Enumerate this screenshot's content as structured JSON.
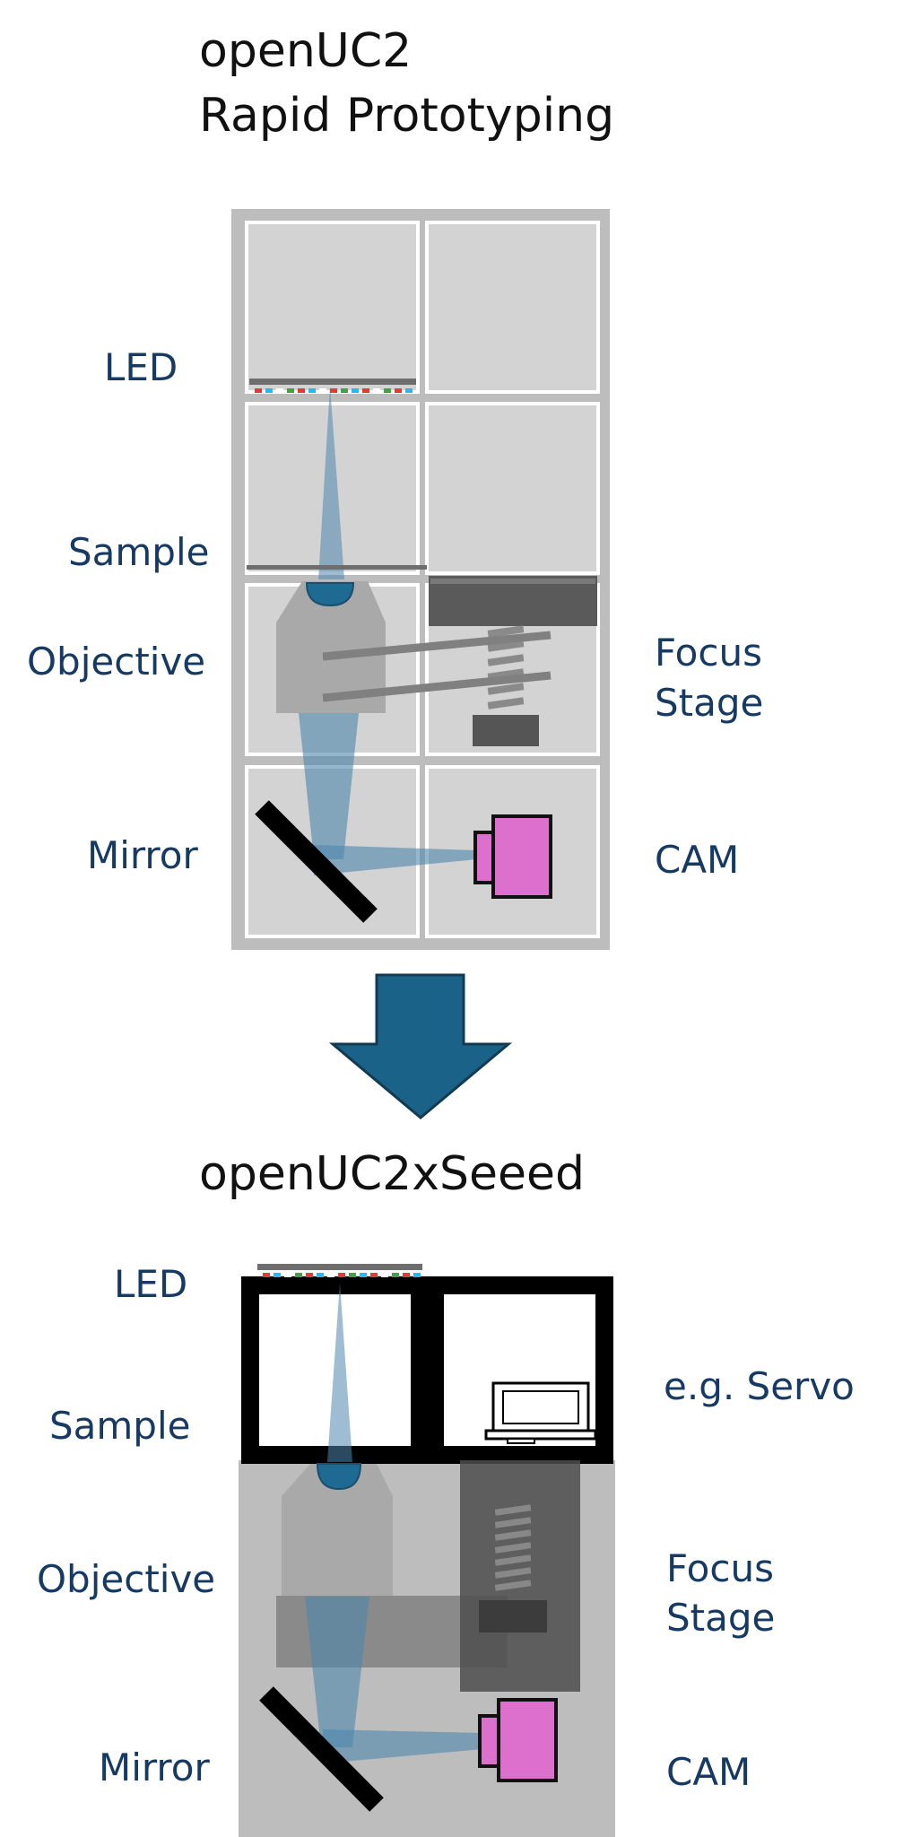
{
  "colors": {
    "label_text": "#163a63",
    "title_text": "#111111",
    "module_frame": "#bdbdbd",
    "module_fill": "#d3d3d3",
    "light_beam": "#4e87ad",
    "lens": "#1f6a93",
    "arrow": "#1b6289",
    "camera": "#dd6fcd",
    "seeed_frame": "#000000"
  },
  "top": {
    "title_line1": "openUC2",
    "title_line2": "Rapid Prototyping",
    "labels": {
      "led": "LED",
      "sample": "Sample",
      "objective": "Objective",
      "mirror": "Mirror",
      "focus_line1": "Focus",
      "focus_line2": "Stage",
      "cam": "CAM"
    }
  },
  "bottom": {
    "title": "openUC2xSeeed",
    "labels": {
      "led": "LED",
      "sample": "Sample",
      "objective": "Objective",
      "mirror": "Mirror",
      "servo": "e.g. Servo",
      "focus_line1": "Focus",
      "focus_line2": "Stage",
      "cam": "CAM"
    }
  }
}
